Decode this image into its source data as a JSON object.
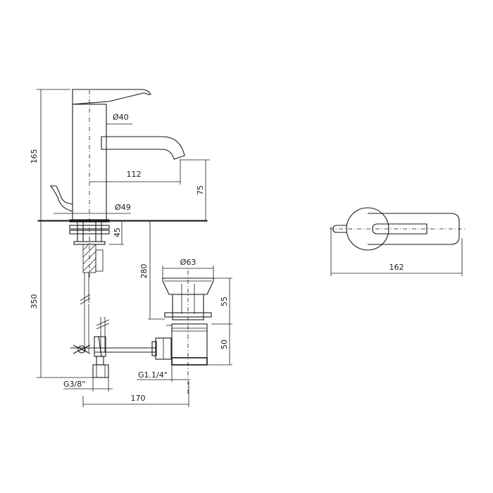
{
  "dimensions": {
    "total_height": "165",
    "bore_top": "Ø40",
    "spout_reach": "112",
    "spout_height": "75",
    "base_diameter": "Ø49",
    "thread_length": "45",
    "height_to_waste": "280",
    "under_basin": "350",
    "waste_diameter": "Ø63",
    "waste_top": "55",
    "waste_bottom": "50",
    "inlet_thread": "G3/8\"",
    "waste_thread": "G1.1/4\"",
    "inlet_to_waste": "170",
    "handle_length": "162"
  },
  "colors": {
    "line": "#1a1a1a",
    "background": "#ffffff"
  }
}
